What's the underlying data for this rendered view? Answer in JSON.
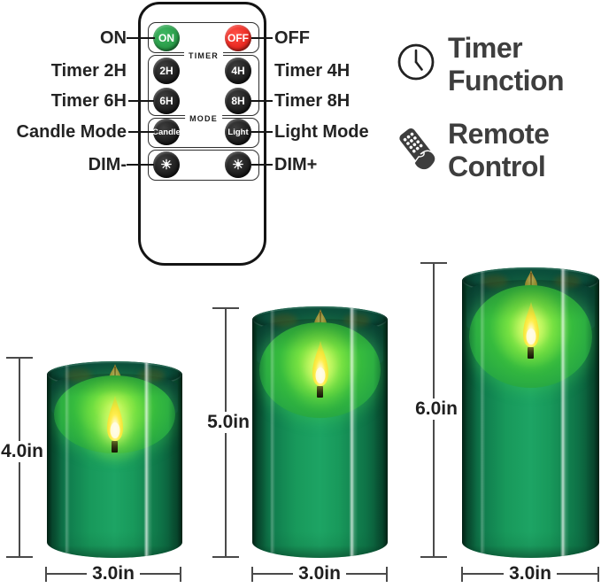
{
  "remote": {
    "buttons": {
      "on": "ON",
      "off": "OFF",
      "timer_2h": "2H",
      "timer_4h": "4H",
      "timer_6h": "6H",
      "timer_8h": "8H",
      "candle": "Candle",
      "light": "Light"
    },
    "sections": {
      "timer": "TIMER",
      "mode": "MODE"
    }
  },
  "icons": {
    "sun": "☀"
  },
  "callouts": {
    "on": "ON",
    "off": "OFF",
    "timer_2h": "Timer 2H",
    "timer_4h": "Timer 4H",
    "timer_6h": "Timer 6H",
    "timer_8h": "Timer 8H",
    "candle_mode": "Candle Mode",
    "light_mode": "Light Mode",
    "dim_minus": "DIM-",
    "dim_plus": "DIM+"
  },
  "features": [
    {
      "icon": "clock-icon",
      "label": "Timer Function"
    },
    {
      "icon": "remote-hand-icon",
      "label": "Remote Control"
    }
  ],
  "candles": [
    {
      "name": "small",
      "height_label": "4.0in",
      "diameter_label": "3.0in"
    },
    {
      "name": "medium",
      "height_label": "5.0in",
      "diameter_label": "3.0in"
    },
    {
      "name": "large",
      "height_label": "6.0in",
      "diameter_label": "3.0in"
    }
  ],
  "colors": {
    "on_button_green": "#2b9d4a",
    "off_button_red": "#ea2a22",
    "button_black": "#1d1d1d",
    "candle_body_green": "#18995b",
    "wax_green": "#36bb3e",
    "flame_yellow": "#ffee4e",
    "flame_reflection_orange": "#d89a2e",
    "label_text": "#232323",
    "feature_text": "#3e3e3e",
    "dimension_line": "#4a4a4a"
  }
}
